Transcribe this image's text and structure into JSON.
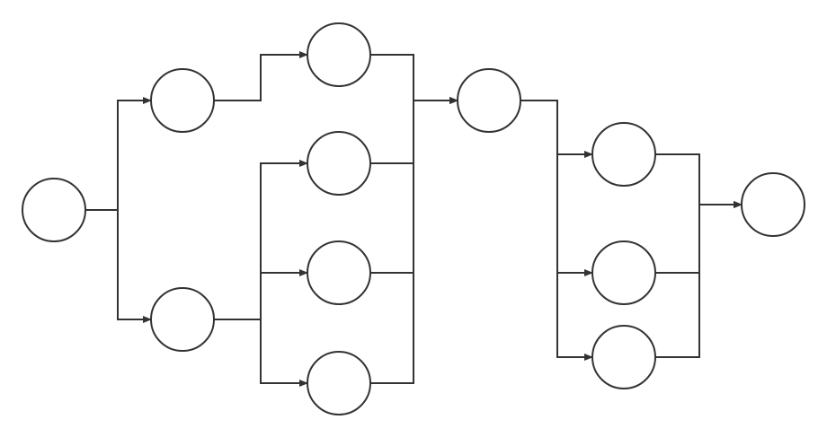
{
  "diagram": {
    "type": "flow-network",
    "colors": {
      "stroke": "#333333",
      "node_fill": "#ffffff",
      "background": "#ffffff"
    },
    "nodes": [
      {
        "id": "n0",
        "label": ""
      },
      {
        "id": "n1",
        "label": ""
      },
      {
        "id": "n2",
        "label": ""
      },
      {
        "id": "n3",
        "label": ""
      },
      {
        "id": "n4",
        "label": ""
      },
      {
        "id": "n5",
        "label": ""
      },
      {
        "id": "n6",
        "label": ""
      },
      {
        "id": "n7",
        "label": ""
      },
      {
        "id": "n8",
        "label": ""
      },
      {
        "id": "n9",
        "label": ""
      },
      {
        "id": "n10",
        "label": ""
      },
      {
        "id": "n11",
        "label": ""
      }
    ],
    "edges": [
      {
        "from": "n0",
        "to": "n1"
      },
      {
        "from": "n0",
        "to": "n2"
      },
      {
        "from": "n1",
        "to": "n3"
      },
      {
        "from": "n2",
        "to": "n4"
      },
      {
        "from": "n2",
        "to": "n5"
      },
      {
        "from": "n2",
        "to": "n6"
      },
      {
        "from": "n3",
        "to": "n7"
      },
      {
        "from": "n4",
        "to": "n7"
      },
      {
        "from": "n5",
        "to": "n7"
      },
      {
        "from": "n6",
        "to": "n7"
      },
      {
        "from": "n7",
        "to": "n8"
      },
      {
        "from": "n7",
        "to": "n9"
      },
      {
        "from": "n7",
        "to": "n10"
      },
      {
        "from": "n8",
        "to": "n11"
      },
      {
        "from": "n9",
        "to": "n11"
      },
      {
        "from": "n10",
        "to": "n11"
      }
    ]
  }
}
